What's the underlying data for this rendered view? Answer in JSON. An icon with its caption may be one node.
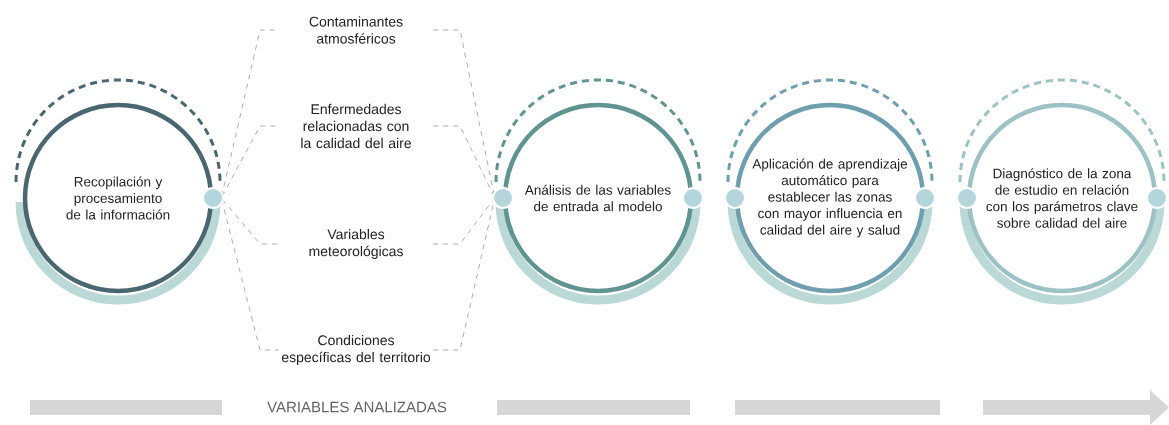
{
  "diagram": {
    "nodes": [
      {
        "text": [
          "Recopilación y procesamiento de la información"
        ]
      },
      {
        "text": [
          "Contaminantes atmosféricos"
        ]
      },
      {
        "text": [
          "Enfermedades relacionadas con la calidad del aire"
        ]
      },
      {
        "text": [
          "Variables meteorológicas"
        ]
      },
      {
        "text": [
          "Condiciones específicas del territorio"
        ]
      },
      {
        "text": [
          "Análisis de las variables de entrada al modelo"
        ]
      },
      {
        "text": [
          "Aplicación de aprendizaje automático para establecer las zonas con mayor influencia en calidad del aire y salud"
        ]
      },
      {
        "text": [
          "Diagnóstico de la zona de estudio en relación con los parámetros clave sobre calidad del aire"
        ]
      }
    ],
    "edges": [
      {
        "from": 0,
        "to": 1,
        "arrow": "none",
        "style": "dashed"
      },
      {
        "from": 0,
        "to": 2,
        "arrow": "none",
        "style": "dashed"
      },
      {
        "from": 0,
        "to": 3,
        "arrow": "none",
        "style": "dashed"
      },
      {
        "from": 0,
        "to": 4,
        "arrow": "none",
        "style": "dashed"
      },
      {
        "from": 1,
        "to": 5,
        "arrow": "none",
        "style": "dashed"
      },
      {
        "from": 2,
        "to": 5,
        "arrow": "none",
        "style": "dashed"
      },
      {
        "from": 3,
        "to": 5,
        "arrow": "none",
        "style": "dashed"
      },
      {
        "from": 4,
        "to": 5,
        "arrow": "none",
        "style": "dashed"
      }
    ],
    "labels": [
      "VARIABLES ANALIZADAS"
    ]
  }
}
